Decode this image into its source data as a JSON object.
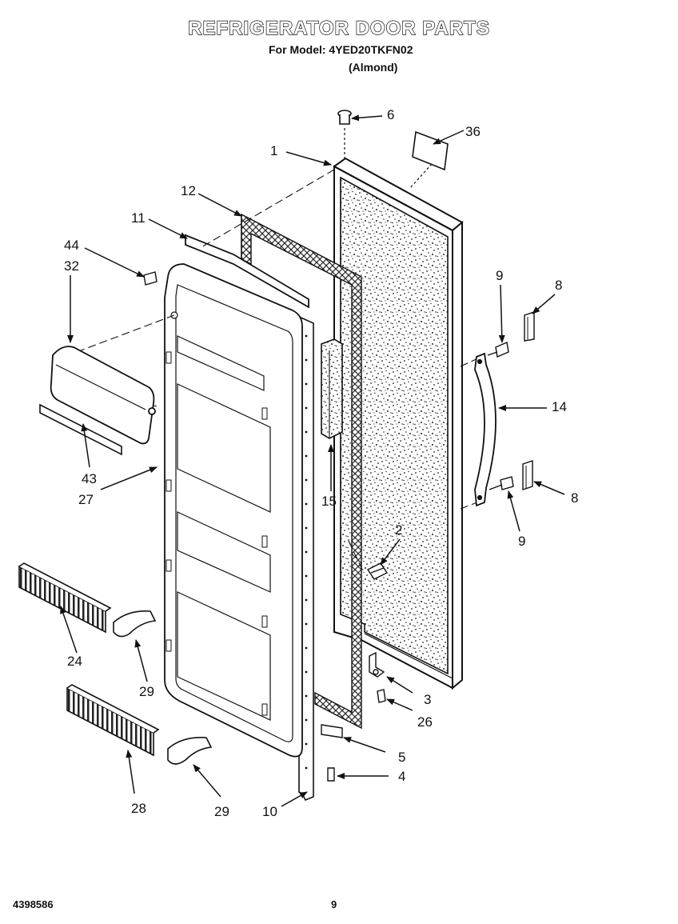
{
  "header": {
    "title": "REFRIGERATOR DOOR PARTS",
    "model_line": "For Model: 4YED20TKFN02",
    "color_line": "(Almond)"
  },
  "footer": {
    "doc_number": "4398586",
    "page_number": "9"
  },
  "callouts": [
    {
      "id": "c6",
      "label": "6"
    },
    {
      "id": "c36",
      "label": "36"
    },
    {
      "id": "c1",
      "label": "1"
    },
    {
      "id": "c12",
      "label": "12"
    },
    {
      "id": "c11",
      "label": "11"
    },
    {
      "id": "c44",
      "label": "44"
    },
    {
      "id": "c32",
      "label": "32"
    },
    {
      "id": "c9a",
      "label": "9"
    },
    {
      "id": "c8a",
      "label": "8"
    },
    {
      "id": "c14",
      "label": "14"
    },
    {
      "id": "c8b",
      "label": "8"
    },
    {
      "id": "c9b",
      "label": "9"
    },
    {
      "id": "c43",
      "label": "43"
    },
    {
      "id": "c27",
      "label": "27"
    },
    {
      "id": "c15",
      "label": "15"
    },
    {
      "id": "c2",
      "label": "2"
    },
    {
      "id": "c24",
      "label": "24"
    },
    {
      "id": "c29a",
      "label": "29"
    },
    {
      "id": "c3",
      "label": "3"
    },
    {
      "id": "c26",
      "label": "26"
    },
    {
      "id": "c5",
      "label": "5"
    },
    {
      "id": "c4",
      "label": "4"
    },
    {
      "id": "c28",
      "label": "28"
    },
    {
      "id": "c29b",
      "label": "29"
    },
    {
      "id": "c10",
      "label": "10"
    }
  ]
}
